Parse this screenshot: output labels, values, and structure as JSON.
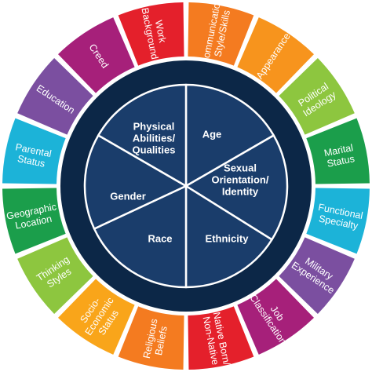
{
  "diagram": {
    "colors": {
      "outer_ring": "#0c2747",
      "inner_core": "#1a3d6b",
      "divider": "#ffffff"
    },
    "inner_segments": [
      {
        "name": "age",
        "lines": [
          "Age"
        ]
      },
      {
        "name": "sexual-orientation",
        "lines": [
          "Sexual",
          "Orientation/",
          "Identity"
        ]
      },
      {
        "name": "ethnicity",
        "lines": [
          "Ethnicity"
        ]
      },
      {
        "name": "race",
        "lines": [
          "Race"
        ]
      },
      {
        "name": "gender",
        "lines": [
          "Gender"
        ]
      },
      {
        "name": "physical-abilities",
        "lines": [
          "Physical",
          "Abilities/",
          "Qualities"
        ]
      }
    ],
    "outer_segments": [
      {
        "name": "communication-style",
        "lines": [
          "Communication",
          "Style/Skills"
        ],
        "color": "#f47b20"
      },
      {
        "name": "appearance",
        "lines": [
          "Appearance"
        ],
        "color": "#f7941d"
      },
      {
        "name": "political-ideology",
        "lines": [
          "Political",
          "Ideology"
        ],
        "color": "#8dc63f"
      },
      {
        "name": "marital-status",
        "lines": [
          "Marital",
          "Status"
        ],
        "color": "#1b9e4b"
      },
      {
        "name": "functional-specialty",
        "lines": [
          "Functional",
          "Specialty"
        ],
        "color": "#1cb3d8"
      },
      {
        "name": "military-experience",
        "lines": [
          "Military",
          "Experience"
        ],
        "color": "#7b4fa0"
      },
      {
        "name": "job-classification",
        "lines": [
          "Job",
          "Classification"
        ],
        "color": "#a6207a"
      },
      {
        "name": "native-born",
        "lines": [
          "Native Born/",
          "Non-Native"
        ],
        "color": "#e4202b"
      },
      {
        "name": "religious-beliefs",
        "lines": [
          "Religious",
          "Beliefs"
        ],
        "color": "#f47b20"
      },
      {
        "name": "socio-economic-status",
        "lines": [
          "Socio-",
          "Economic",
          "Status"
        ],
        "color": "#f9a51a"
      },
      {
        "name": "thinking-styles",
        "lines": [
          "Thinking",
          "Styles"
        ],
        "color": "#8dc63f"
      },
      {
        "name": "geographic-location",
        "lines": [
          "Geographic",
          "Location"
        ],
        "color": "#1b9e4b"
      },
      {
        "name": "parental-status",
        "lines": [
          "Parental",
          "Status"
        ],
        "color": "#1cb3d8"
      },
      {
        "name": "education",
        "lines": [
          "Education"
        ],
        "color": "#7b4fa0"
      },
      {
        "name": "creed",
        "lines": [
          "Creed"
        ],
        "color": "#a6207a"
      },
      {
        "name": "work-background",
        "lines": [
          "Work",
          "Background"
        ],
        "color": "#e4202b"
      }
    ]
  }
}
